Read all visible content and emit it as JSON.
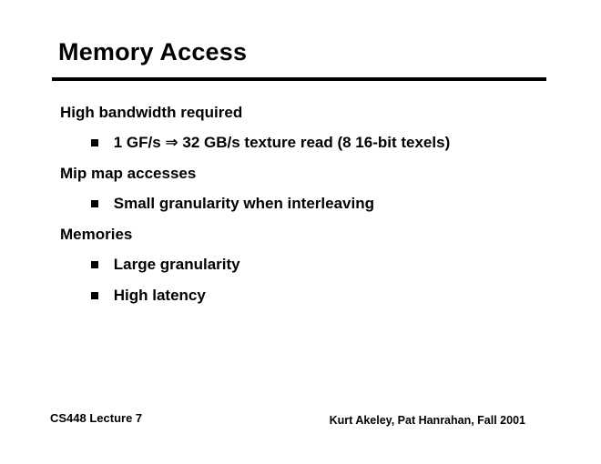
{
  "slide": {
    "title": "Memory Access",
    "content": [
      {
        "level": 1,
        "text": "High bandwidth required"
      },
      {
        "level": 2,
        "text": "1 GF/s ⇒ 32 GB/s texture read (8 16-bit texels)"
      },
      {
        "level": 1,
        "text": "Mip map accesses"
      },
      {
        "level": 2,
        "text": "Small granularity when interleaving"
      },
      {
        "level": 1,
        "text": "Memories"
      },
      {
        "level": 2,
        "text": "Large granularity"
      },
      {
        "level": 2,
        "text": "High latency"
      }
    ],
    "footer": {
      "left": "CS448 Lecture 7",
      "right": "Kurt Akeley, Pat Hanrahan, Fall 2001"
    },
    "colors": {
      "background": "#ffffff",
      "text": "#000000",
      "rule": "#000000",
      "bullet": "#000000"
    }
  }
}
